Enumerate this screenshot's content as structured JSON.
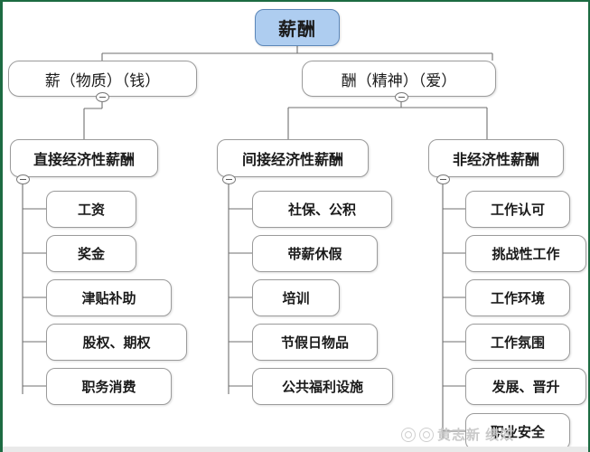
{
  "diagram": {
    "title": "薪酬",
    "type": "mind-map",
    "root": {
      "label": "薪酬",
      "color": "#aecdf0"
    },
    "level2": [
      {
        "label": "薪（物质）（钱）"
      },
      {
        "label": "酬（精神）（爱）"
      }
    ],
    "level3": [
      {
        "label": "直接经济性薪酬"
      },
      {
        "label": "间接经济性薪酬"
      },
      {
        "label": "非经济性薪酬"
      }
    ],
    "branches": [
      {
        "parent": "直接经济性薪酬",
        "items": [
          "工资",
          "奖金",
          "津贴补助",
          "股权、期权",
          "职务消费"
        ]
      },
      {
        "parent": "间接经济性薪酬",
        "items": [
          "社保、公积",
          "带薪休假",
          "培训",
          "节假日物品",
          "公共福利设施"
        ]
      },
      {
        "parent": "非经济性薪酬",
        "items": [
          "工作认可",
          "挑战性工作",
          "工作环境",
          "工作氛围",
          "发展、晋升",
          "职业安全"
        ]
      }
    ],
    "toggle_glyph": "−"
  },
  "watermark": {
    "text": "黄志新 绩效"
  },
  "colors": {
    "frame_border": "#1d6b42",
    "node_border": "#9b9b9b",
    "connector": "#6f6f6f",
    "root_fill": "#aecdf0",
    "node_fill": "#ffffff"
  }
}
